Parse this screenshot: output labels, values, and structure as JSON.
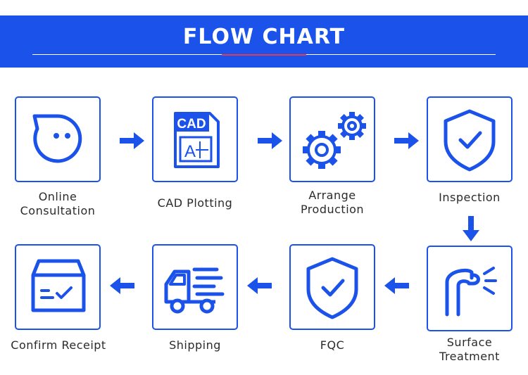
{
  "header": {
    "title": "FLOW CHART"
  },
  "steps": [
    {
      "label": "Online\nConsultation",
      "icon": "chat-bubble-icon"
    },
    {
      "label": "CAD Plotting",
      "icon": "cad-file-icon"
    },
    {
      "label": "Arrange\nProduction",
      "icon": "gears-icon"
    },
    {
      "label": "Inspection",
      "icon": "shield-check-icon"
    },
    {
      "label": "Surface\nTreatment",
      "icon": "spray-pipe-icon"
    },
    {
      "label": "FQC",
      "icon": "shield-check-icon"
    },
    {
      "label": "Shipping",
      "icon": "truck-icon"
    },
    {
      "label": "Confirm Receipt",
      "icon": "box-check-icon"
    }
  ],
  "cad_icon_text": {
    "top": "CAD",
    "bottom": "A"
  },
  "colors": {
    "accent": "#1b52e9",
    "banner_underline": "#e53b52",
    "text": "#2b2b2b"
  }
}
